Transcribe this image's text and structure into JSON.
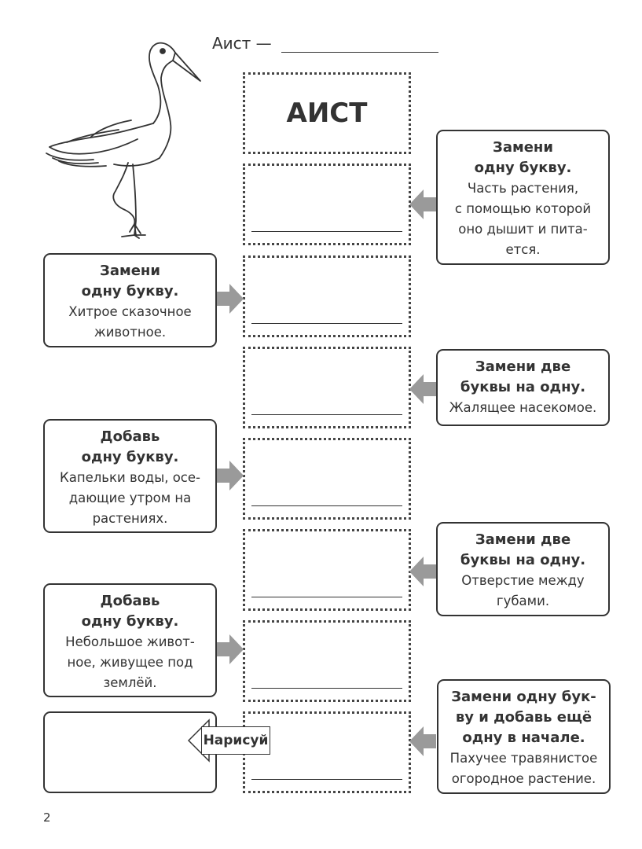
{
  "header": {
    "label": "Аист —"
  },
  "start_word": "АИСТ",
  "clues": [
    {
      "title": "Замени\nодну букву.",
      "desc": "Часть растения,\nс помощью которой\nоно дышит и пита-\nется."
    },
    {
      "title": "Замени\nодну букву.",
      "desc": "Хитрое сказочное\nживотное."
    },
    {
      "title": "Замени две\nбуквы на одну.",
      "desc": "Жалящее насекомое."
    },
    {
      "title": "Добавь\nодну букву.",
      "desc": "Капельки воды, осе-\nдающие утром на\nрастениях."
    },
    {
      "title": "Замени две\nбуквы на одну.",
      "desc": "Отверстие между\nгубами."
    },
    {
      "title": "Добавь\nодну букву.",
      "desc": "Небольшое живот-\nное, живущее под\nземлёй."
    },
    {
      "title": "Замени одну бук-\nву и добавь ещё\nодну в начале.",
      "desc": "Пахучее травянистое\nогородное растение."
    }
  ],
  "draw_label": "Нарисуй",
  "page_number": "2",
  "icons": {
    "bird": "stork-illustration",
    "arrow": "grey-arrow-icon"
  },
  "colors": {
    "arrow": "#9a9a9a",
    "text": "#333333"
  }
}
